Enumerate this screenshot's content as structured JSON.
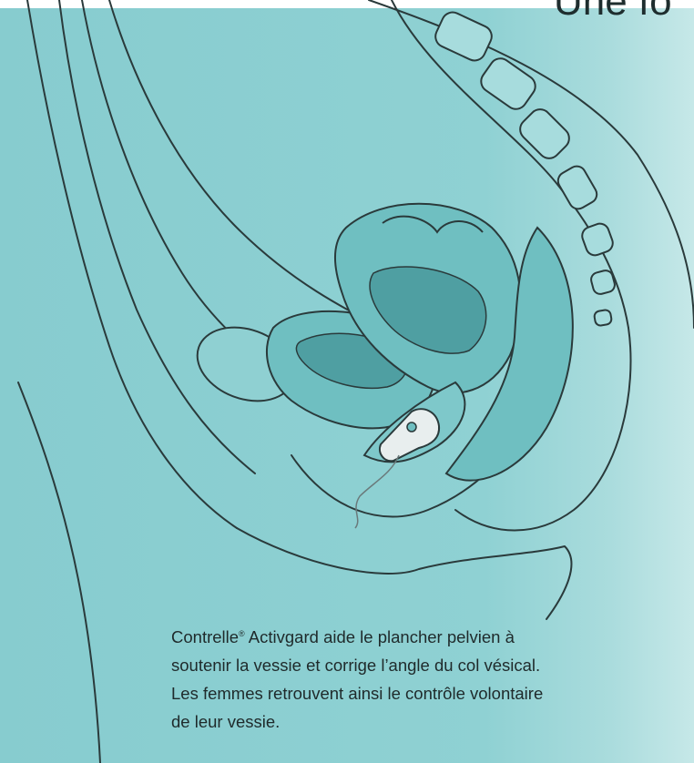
{
  "headline": {
    "text": "Une fo"
  },
  "caption": {
    "brand": "Contrelle",
    "registered_mark": "®",
    "line1_rest": " Activgard aide le plancher pelvien à",
    "line2": "soutenir la vessie et corrige l’angle du col vésical.",
    "line3": "Les femmes retrouvent ainsi le contrôle volontaire",
    "line4": "de leur vessie."
  },
  "colors": {
    "background": "#8fd0d2",
    "organ_fill": "#6fbfc1",
    "organ_dark": "#4f9fa2",
    "outline": "#2a3a3b",
    "device": "#e8eeee"
  }
}
